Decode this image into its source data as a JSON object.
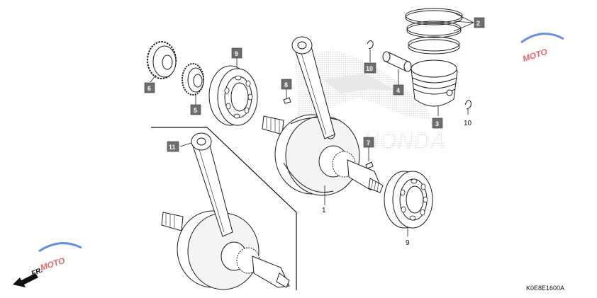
{
  "diagram_code": "K0E8E1600A",
  "front_label": "FR.",
  "watermark": {
    "brand_text": "MOTO",
    "brand_color": "#e26a6a",
    "swoosh_color": "#6a8fe0",
    "logo_text": "HONDA"
  },
  "parts": [
    {
      "ref": "1",
      "style": "plain"
    },
    {
      "ref": "2",
      "style": "box"
    },
    {
      "ref": "3",
      "style": "box"
    },
    {
      "ref": "4",
      "style": "box"
    },
    {
      "ref": "5",
      "style": "box"
    },
    {
      "ref": "6",
      "style": "box"
    },
    {
      "ref": "7",
      "style": "box"
    },
    {
      "ref": "8",
      "style": "box"
    },
    {
      "ref": "9",
      "style": "box"
    },
    {
      "ref": "9",
      "style": "plain"
    },
    {
      "ref": "10",
      "style": "box"
    },
    {
      "ref": "10",
      "style": "plain"
    },
    {
      "ref": "11",
      "style": "box"
    }
  ],
  "colors": {
    "line": "#1a1a1a",
    "callout_box": "#6e6e6e",
    "logo_gray": "#d0d0d0"
  }
}
